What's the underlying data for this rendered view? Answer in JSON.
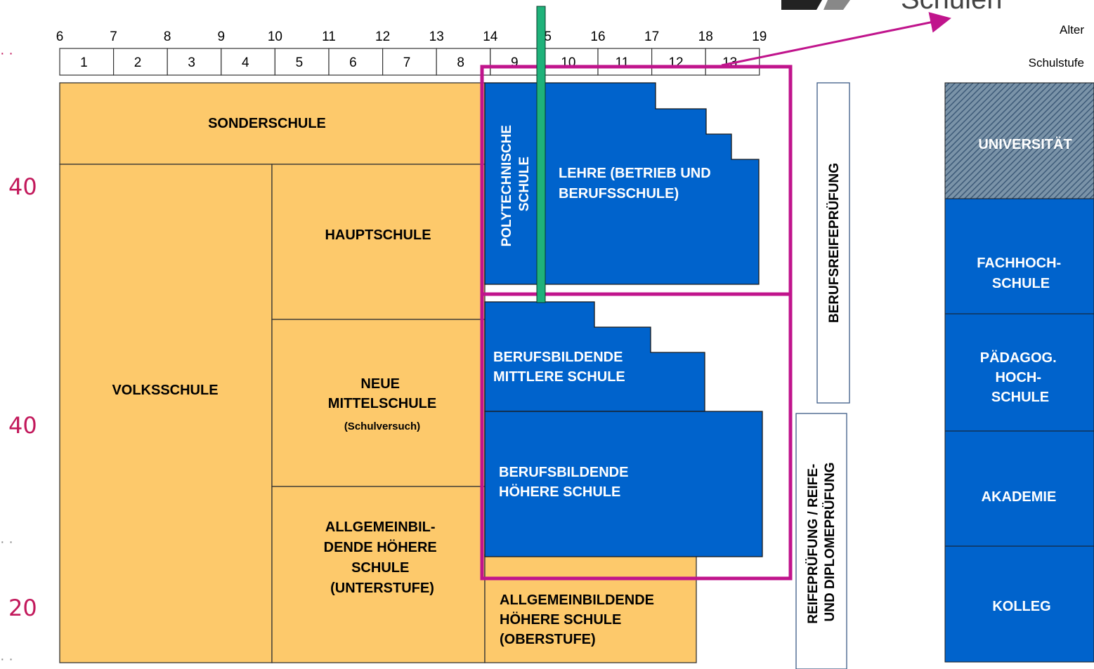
{
  "header": {
    "ages": [
      "6",
      "7",
      "8",
      "9",
      "10",
      "11",
      "12",
      "13",
      "14",
      "15",
      "16",
      "17",
      "18",
      "19"
    ],
    "grades": [
      "1",
      "2",
      "3",
      "4",
      "5",
      "6",
      "7",
      "8",
      "9",
      "10",
      "11",
      "12",
      "13"
    ],
    "age_label": "Alter",
    "grade_label": "Schulstufe",
    "logo_partial_text": "Schulen"
  },
  "side_numbers": [
    "40",
    "40",
    "20"
  ],
  "side_ellipsis": "· ·",
  "schools": {
    "sonderschule": "SONDERSCHULE",
    "volksschule": "VOLKSSCHULE",
    "hauptschule": "HAUPTSCHULE",
    "nms": [
      "NEUE",
      "MITTELSCHULE"
    ],
    "nms_note": "(Schulversuch)",
    "ahs_unter": [
      "ALLGEMEINBIL-",
      "DENDE HÖHERE",
      "SCHULE",
      "(UNTERSTUFE)"
    ],
    "poly": [
      "POLYTECHNISCHE",
      "SCHULE"
    ],
    "lehre": [
      "LEHRE (BETRIEB UND",
      "BERUFSSCHULE)"
    ],
    "bms": [
      "BERUFSBILDENDE",
      "MITTLERE SCHULE"
    ],
    "bhs": [
      "BERUFSBILDENDE",
      "HÖHERE SCHULE"
    ],
    "ahs_ober": [
      "ALLGEMEINBILDENDE",
      "HÖHERE SCHULE",
      "(OBERSTUFE)"
    ],
    "brp": "BERUFSREIFEPRÜFUNG",
    "reife": [
      "REIFEPRÜFUNG / REIFE-",
      "UND DIPLOMEPRÜFUNG"
    ]
  },
  "tertiary": {
    "uni": "UNIVERSITÄT",
    "fh": [
      "FACHHOCH-",
      "SCHULE"
    ],
    "ph": [
      "PÄDAGOG.",
      "HOCH-",
      "SCHULE"
    ],
    "akademie": "AKADEMIE",
    "kolleg": "KOLLEG"
  },
  "colors": {
    "general_education": "#fdc96b",
    "vocational": "#0063cc",
    "highlight_frame": "#c0148c",
    "marker_line": "#1fb27a",
    "arrow": "#c0148c"
  }
}
